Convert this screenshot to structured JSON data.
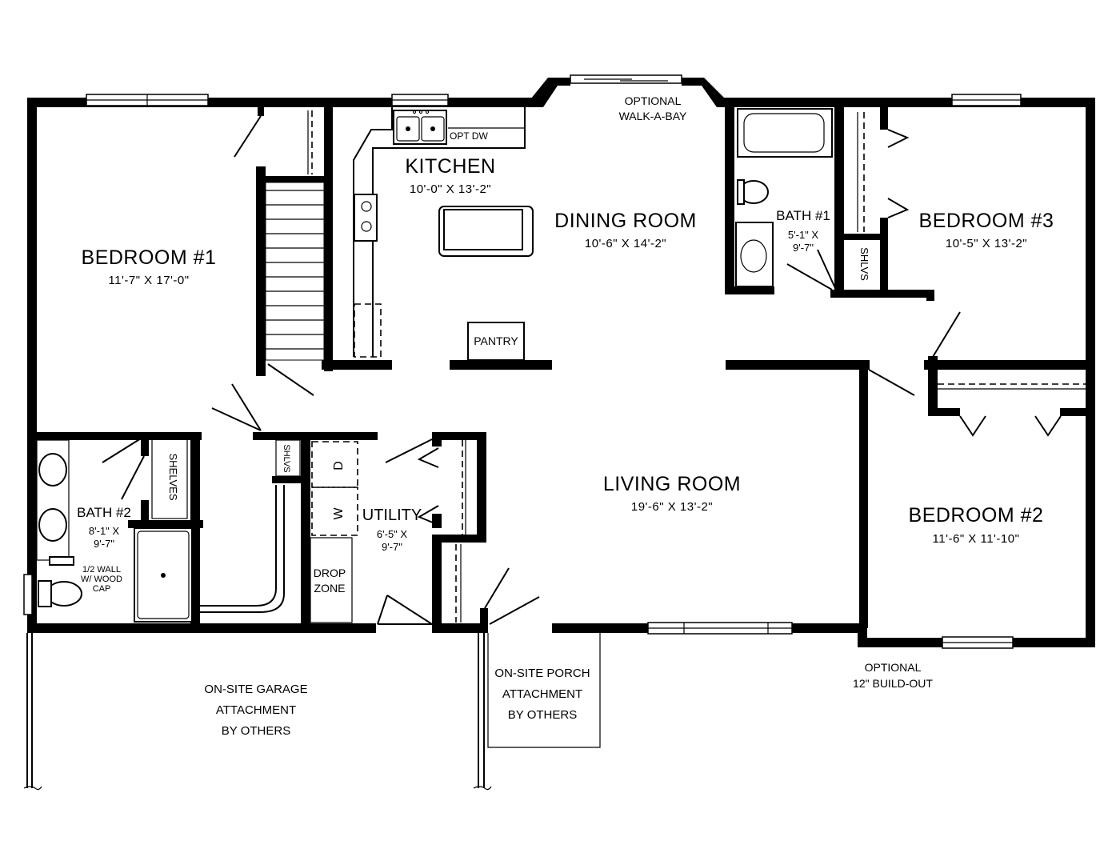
{
  "plan": {
    "rooms": {
      "bedroom1": {
        "name": "BEDROOM  #1",
        "dims": "11'-7\"  X  17'-0\""
      },
      "kitchen": {
        "name": "KITCHEN",
        "dims": "10'-0\"  X  13'-2\""
      },
      "dining": {
        "name": "DINING  ROOM",
        "dims": "10'-6\"  X  14'-2\""
      },
      "bath1": {
        "name": "BATH  #1",
        "dims_line1": "5'-1\"  X",
        "dims_line2": "9'-7\""
      },
      "bedroom3": {
        "name": "BEDROOM  #3",
        "dims": "10'-5\"  X  13'-2\""
      },
      "living": {
        "name": "LIVING  ROOM",
        "dims": "19'-6\"  X  13'-2\""
      },
      "bedroom2": {
        "name": "BEDROOM  #2",
        "dims": "11'-6\"  X  11'-10\""
      },
      "bath2": {
        "name": "BATH  #2",
        "dims_line1": "8'-1\"  X",
        "dims_line2": "9'-7\""
      },
      "utility": {
        "name": "UTILITY",
        "dims_line1": "6'-5\"  X",
        "dims_line2": "9'-7\""
      }
    },
    "labels": {
      "opt_dw": "OPT DW",
      "pantry": "PANTRY",
      "walk_a_bay_1": "OPTIONAL",
      "walk_a_bay_2": "WALK-A-BAY",
      "shelves": "SHELVES",
      "shlvs_utility": "SHLVS",
      "shlvs_bath1": "SHLVS",
      "dryer": "D",
      "washer": "W",
      "drop_zone_1": "DROP",
      "drop_zone_2": "ZONE",
      "half_wall_1": "1/2 WALL",
      "half_wall_2": "W/ WOOD",
      "half_wall_3": "CAP",
      "buildout_1": "OPTIONAL",
      "buildout_2": "12\" BUILD-OUT",
      "garage_1": "ON-SITE GARAGE",
      "garage_2": "ATTACHMENT",
      "garage_3": "BY OTHERS",
      "porch_1": "ON-SITE PORCH",
      "porch_2": "ATTACHMENT",
      "porch_3": "BY OTHERS"
    },
    "colors": {
      "line": "#000000",
      "background": "#ffffff"
    }
  }
}
